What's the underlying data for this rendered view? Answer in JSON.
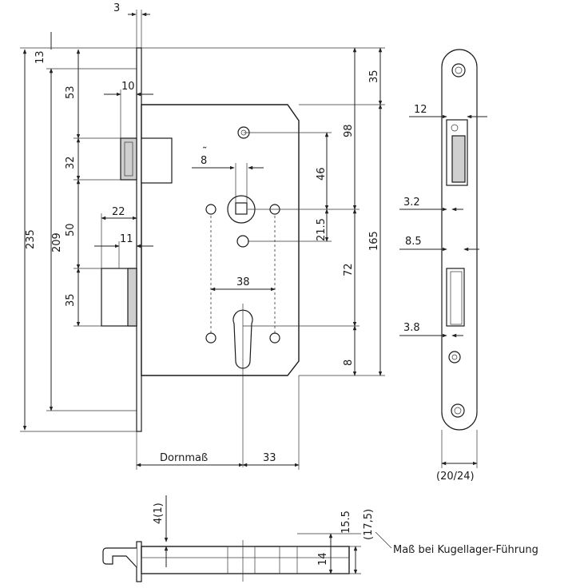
{
  "dimensions": {
    "plate_thickness": "3",
    "top_offset": "13",
    "latch_top": "53",
    "latch_depth": "10",
    "latch_height": "32",
    "latch_gap": "50",
    "bolt_projection": "22",
    "bolt_depth": "11",
    "bolt_height": "35",
    "total_height": "235",
    "fixing_distance": "209",
    "upper_edge": "35",
    "follower_height": "98",
    "follower_size": "8",
    "follower_to_centre": "46",
    "follower_offset": "21.5",
    "centre_distance": "72",
    "body_height": "165",
    "hole_spacing": "38",
    "cylinder_offset": "8",
    "backset": "Dornmaß",
    "body_depth": "33",
    "front_latch_width": "12",
    "front_latch_offset": "3.2",
    "front_bolt_width": "8.5",
    "front_bolt_offset": "3.8",
    "faceplate_width": "(20/24)",
    "bottom_height": "4(1)",
    "bottom_15_5": "15.5",
    "bottom_17_5": "(17,5)",
    "bottom_14": "14"
  },
  "note": "Maß bei Kugellager-Führung"
}
